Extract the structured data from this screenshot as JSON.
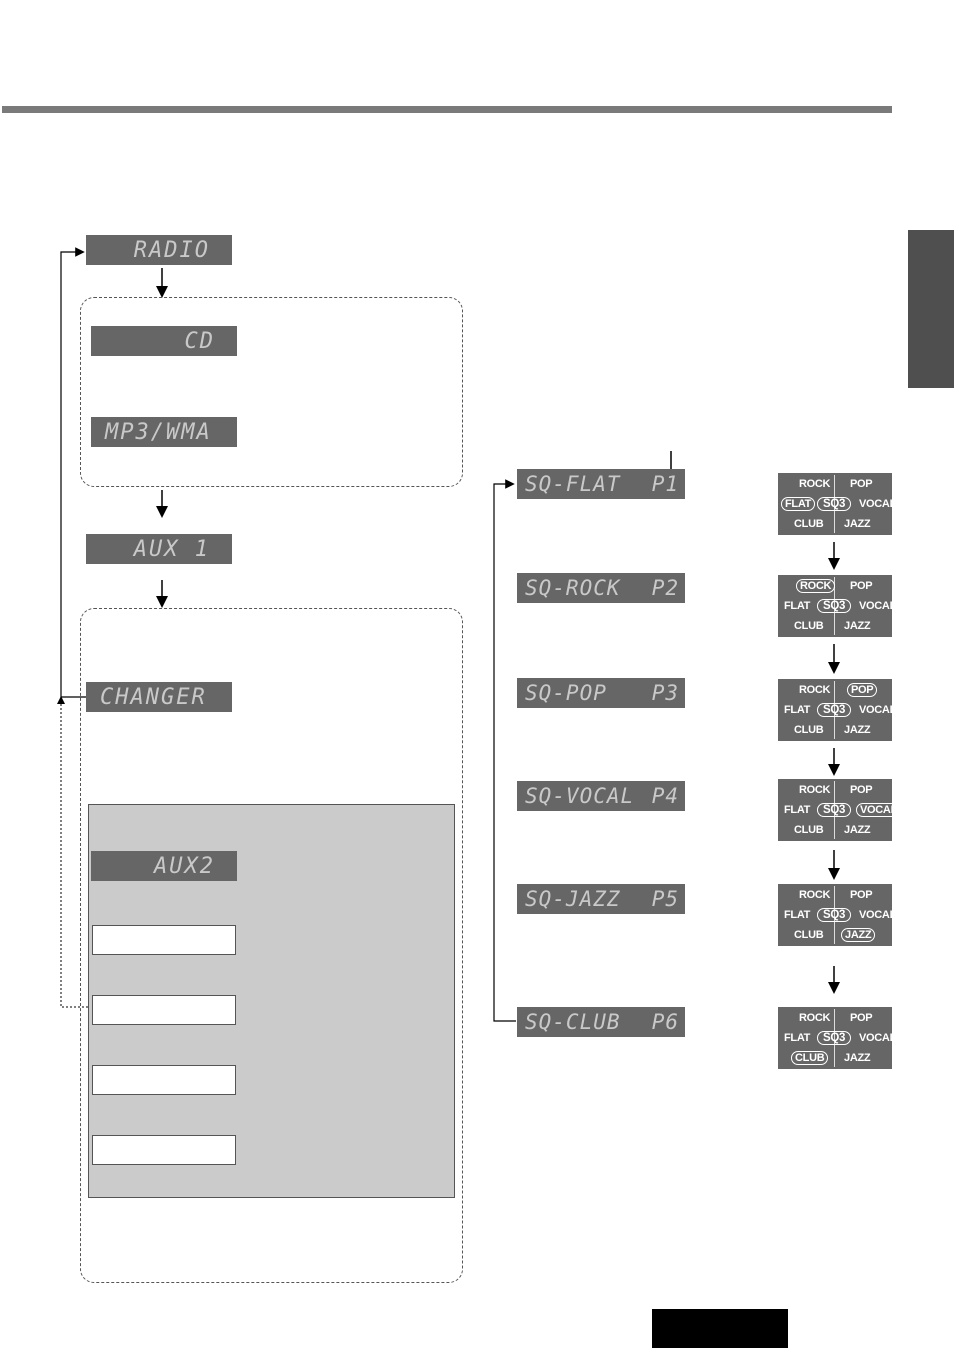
{
  "source_displays": {
    "radio": "RADIO",
    "cd": "CD",
    "mp3wma": "MP3/WMA",
    "aux1": "AUX 1",
    "changer": "CHANGER",
    "aux2": "AUX2"
  },
  "sq_displays": [
    {
      "label": "SQ-FLAT",
      "preset": "P1"
    },
    {
      "label": "SQ-ROCK",
      "preset": "P2"
    },
    {
      "label": "SQ-POP",
      "preset": "P3"
    },
    {
      "label": "SQ-VOCAL",
      "preset": "P4"
    },
    {
      "label": "SQ-JAZZ",
      "preset": "P5"
    },
    {
      "label": "SQ-CLUB",
      "preset": "P6"
    }
  ],
  "sq_icon": {
    "rock": "ROCK",
    "pop": "POP",
    "flat": "FLAT",
    "sq3": "SQ3",
    "vocal": "VOCAL",
    "club": "CLUB",
    "jazz": "JAZZ",
    "highlighted": [
      "flat",
      "rock",
      "pop",
      "vocal",
      "jazz",
      "club"
    ]
  },
  "colors": {
    "lcd_background": "#666666",
    "lcd_text": "#c9c9c9",
    "panel_grey": "#cbcbcb",
    "header_bar": "#7a7a7a"
  }
}
